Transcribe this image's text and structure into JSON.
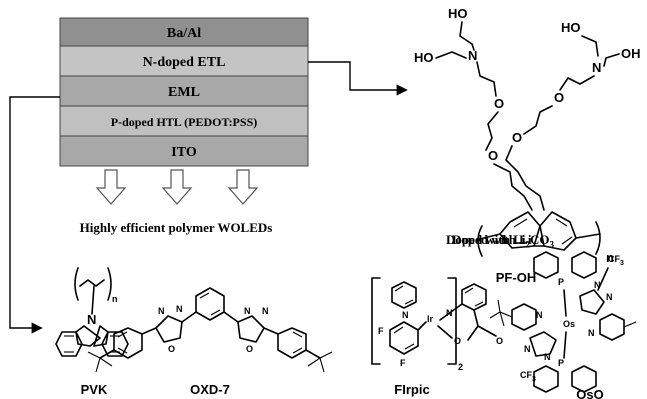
{
  "device_stack": {
    "layers": [
      {
        "label": "Ba/Al",
        "color": "#909090"
      },
      {
        "label": "N-doped ETL",
        "color": "#c4c4c4"
      },
      {
        "label": "EML",
        "color": "#a8a8a8"
      },
      {
        "label": "P-doped HTL (PEDOT:PSS)",
        "color": "#c0c0c0"
      },
      {
        "label": "ITO",
        "color": "#a8a8a8"
      }
    ],
    "caption": "Highly efficient polymer WOLEDs"
  },
  "pf_oh": {
    "label": "PF-OH",
    "doped_prefix": "Doped with Li",
    "doped_sub1": "2",
    "doped_mid": "CO",
    "doped_sub2": "3",
    "atoms": {
      "ho": "HO",
      "oh": "OH",
      "n": "N",
      "o": "O",
      "n_sub": "n"
    }
  },
  "emitters": {
    "pvk": {
      "label": "PVK",
      "atoms": {
        "n": "N",
        "n_sub": "n"
      }
    },
    "oxd7": {
      "label": "OXD-7",
      "atoms": {
        "n": "N",
        "o": "O"
      }
    },
    "firpic": {
      "label": "FIrpic",
      "atoms": {
        "n": "N",
        "f": "F",
        "ir": "Ir",
        "o": "O",
        "sub": "2"
      }
    },
    "oso": {
      "label": "OsO",
      "atoms": {
        "os": "Os",
        "p": "P",
        "n": "N",
        "cf3": "CF",
        "cf3_sub": "3"
      }
    }
  }
}
